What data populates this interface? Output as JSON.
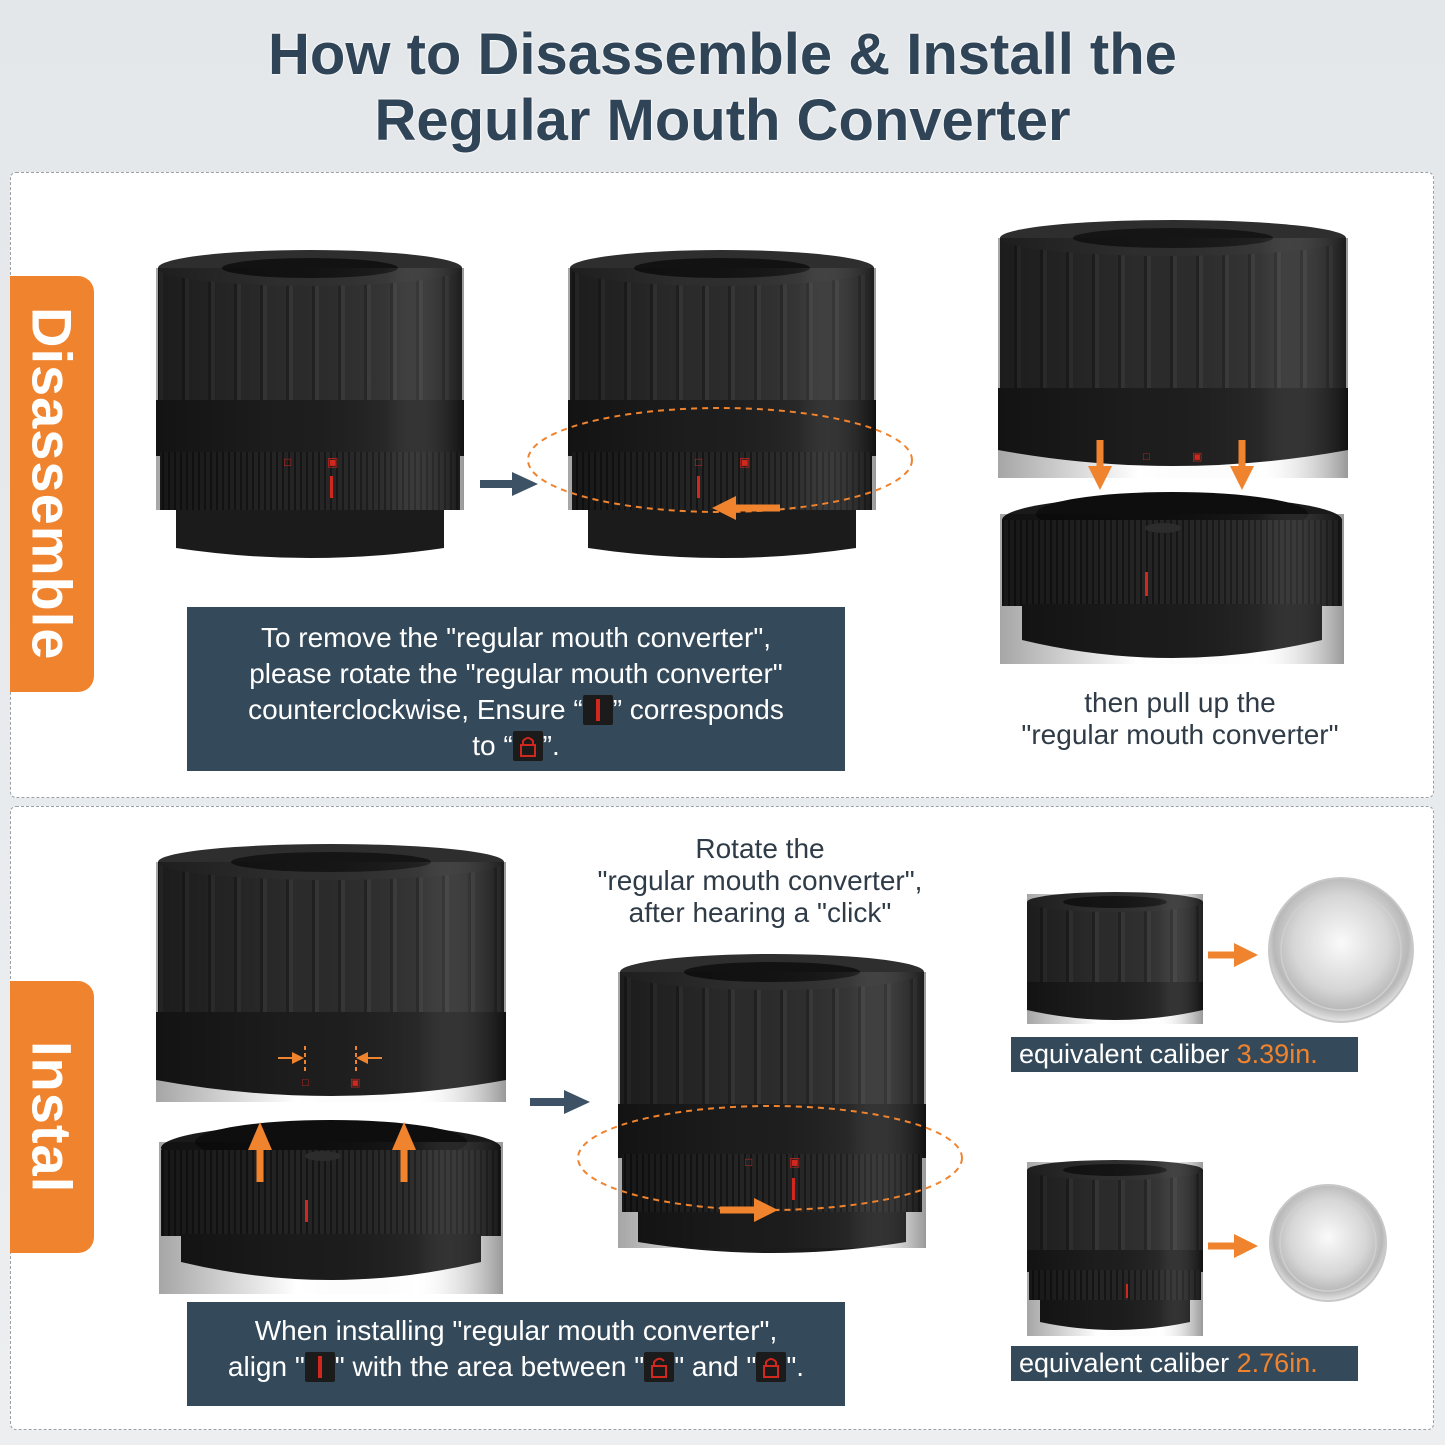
{
  "title": {
    "line1": "How to Disassemble & Install the",
    "line2": "Regular Mouth Converter"
  },
  "sections": {
    "disassemble": {
      "label": "Disassemble",
      "note": {
        "line1": "To remove the \"regular mouth converter\",",
        "line2": "please rotate the \"regular mouth converter\"",
        "line3a": "counterclockwise,  Ensure “",
        "line3b": "” corresponds",
        "line4a": "to “",
        "line4b": "”."
      },
      "caption": {
        "line1": "then pull up the",
        "line2": "\"regular mouth converter\""
      }
    },
    "install": {
      "label": "Instal",
      "caption": {
        "line1": "Rotate the",
        "line2": "\"regular mouth converter\",",
        "line3": "after hearing a \"click\""
      },
      "note": {
        "line1": "When installing \"regular mouth converter\",",
        "line2a": "align \"",
        "line2b": "\" with the area between \"",
        "line2c": "\" and \"",
        "line2d": "\"."
      },
      "calibers": [
        {
          "prefix": "equivalent caliber ",
          "value": "3.39in."
        },
        {
          "prefix": "equivalent caliber ",
          "value": "2.76in."
        }
      ]
    }
  },
  "colors": {
    "accent": "#f0832e",
    "note_bg": "#34495a",
    "title": "#2f4456",
    "product": "#2a2a2a",
    "marker_red": "#d0281f"
  },
  "icons": [
    "unlock-icon",
    "lock-icon",
    "alignment-mark-icon",
    "arrow-icon"
  ]
}
